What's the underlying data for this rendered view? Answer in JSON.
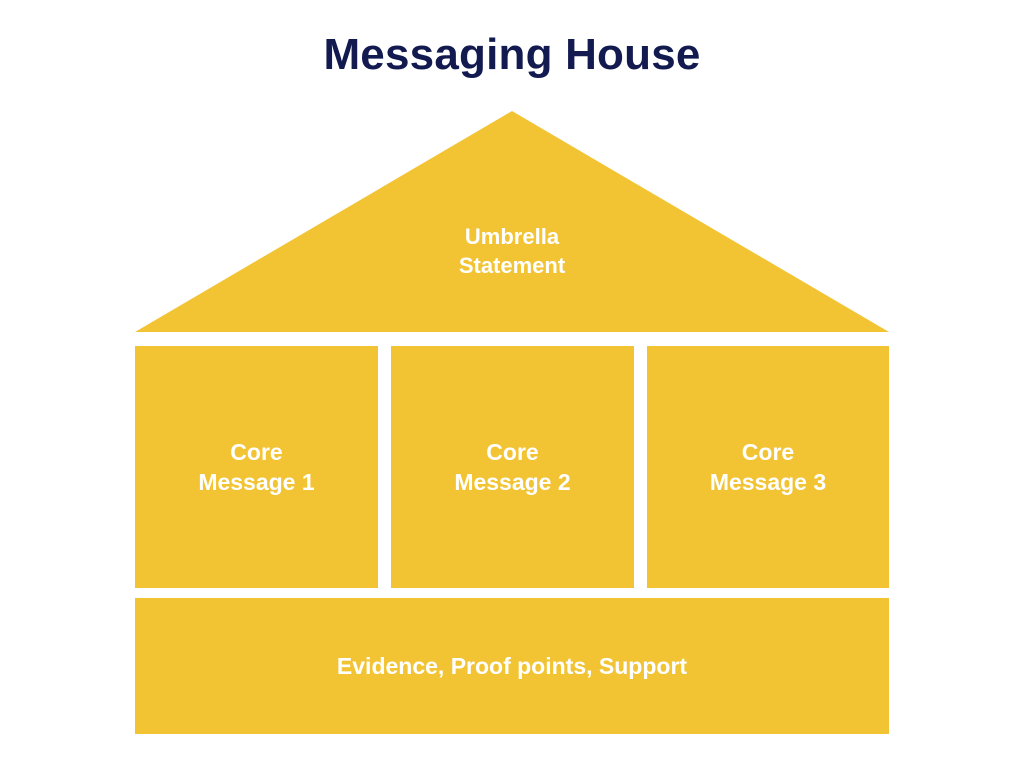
{
  "title": "Messaging House",
  "colors": {
    "fill": "#f2c434",
    "text": "#ffffff",
    "title": "#121a4f",
    "background": "#ffffff"
  },
  "roof": {
    "label": "Umbrella\nStatement"
  },
  "pillars": [
    {
      "label": "Core\nMessage 1"
    },
    {
      "label": "Core\nMessage 2"
    },
    {
      "label": "Core\nMessage 3"
    }
  ],
  "foundation": {
    "label": "Evidence, Proof points, Support"
  }
}
